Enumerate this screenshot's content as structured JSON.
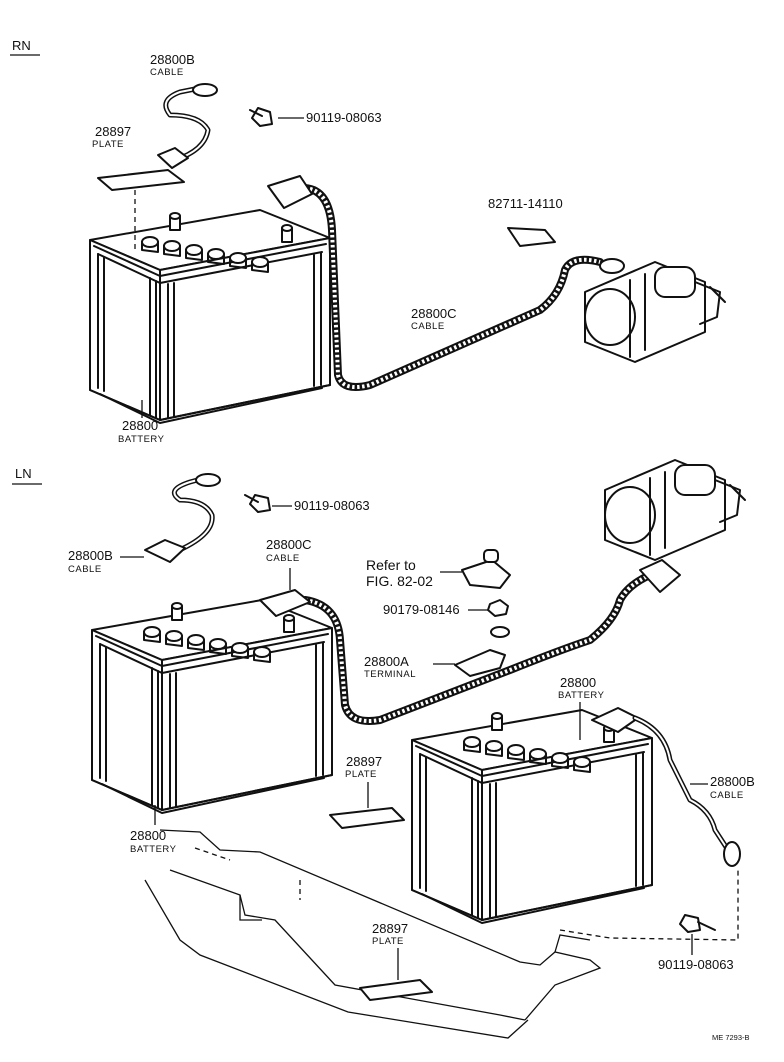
{
  "sections": {
    "rn": "RN",
    "ln": "LN"
  },
  "rn": {
    "cable_b": {
      "number": "28800B",
      "desc": "CABLE"
    },
    "bolt": {
      "number": "90119-08063"
    },
    "plate": {
      "number": "28897",
      "desc": "PLATE"
    },
    "clamp": {
      "number": "82711-14110"
    },
    "cable_c": {
      "number": "28800C",
      "desc": "CABLE"
    },
    "battery": {
      "number": "28800",
      "desc": "BATTERY"
    }
  },
  "ln": {
    "bolt_top": {
      "number": "90119-08063"
    },
    "cable_b_left": {
      "number": "28800B",
      "desc": "CABLE"
    },
    "cable_c": {
      "number": "28800C",
      "desc": "CABLE"
    },
    "refer": {
      "line1": "Refer to",
      "line2": "FIG. 82-02"
    },
    "nut": {
      "number": "90179-08146"
    },
    "terminal": {
      "number": "28800A",
      "desc": "TERMINAL"
    },
    "battery_right": {
      "number": "28800",
      "desc": "BATTERY"
    },
    "cable_b_right": {
      "number": "28800B",
      "desc": "CABLE"
    },
    "plate_mid": {
      "number": "28897",
      "desc": "PLATE"
    },
    "battery_left": {
      "number": "28800",
      "desc": "BATTERY"
    },
    "plate_bottom": {
      "number": "28897",
      "desc": "PLATE"
    },
    "bolt_bottom": {
      "number": "90119-08063"
    }
  },
  "footer": {
    "code": "ME 7293-B"
  }
}
